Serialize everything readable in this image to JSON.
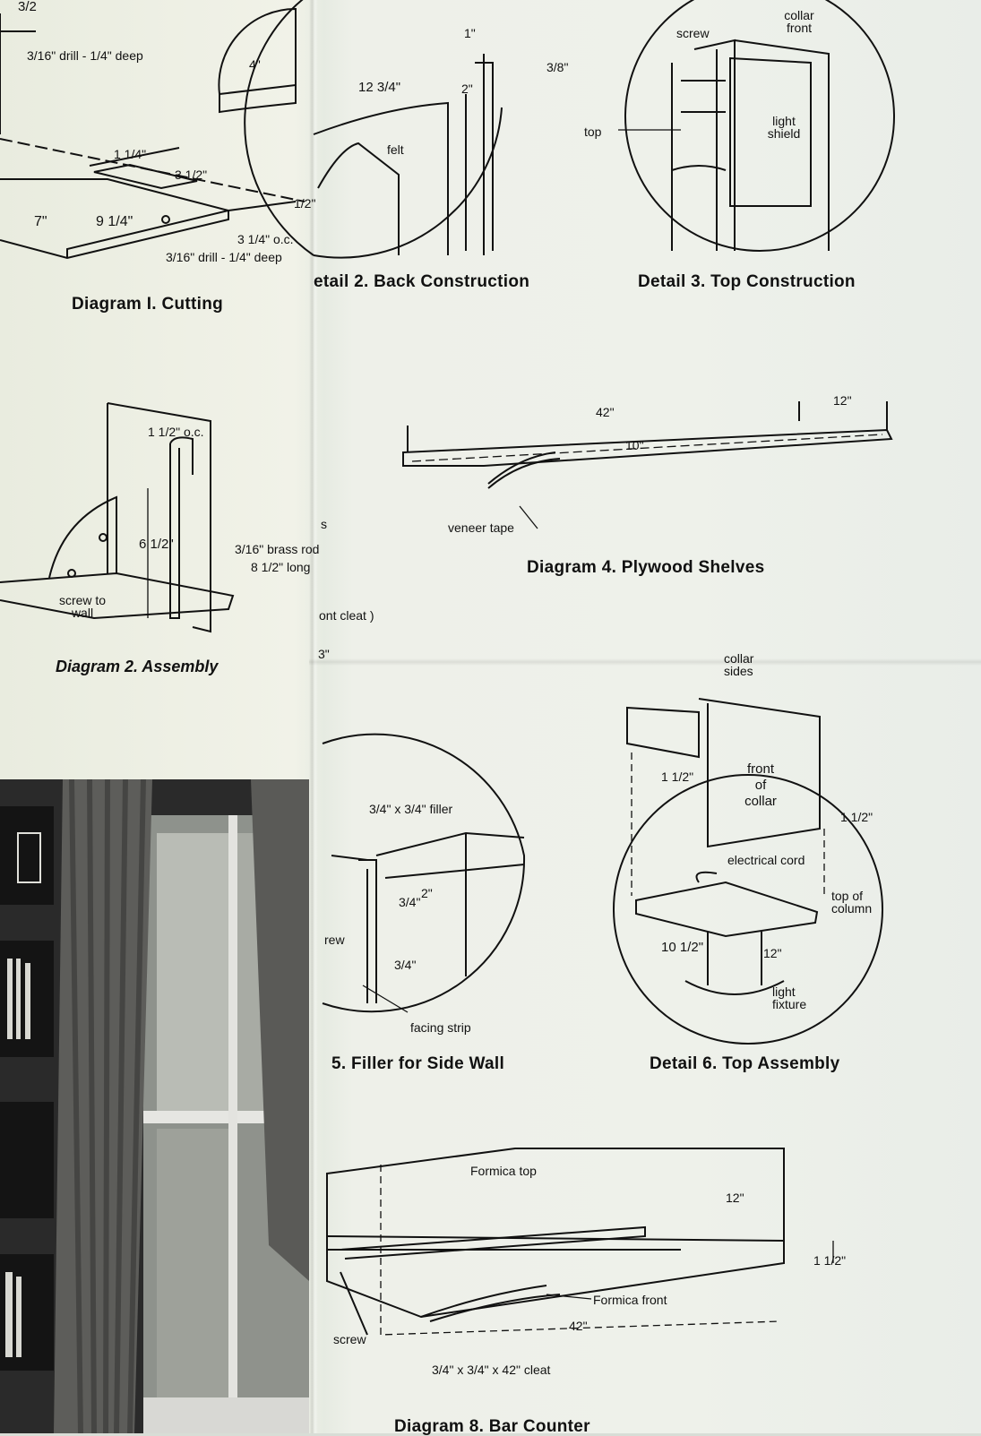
{
  "captions": {
    "diagram1": "Diagram I. Cutting",
    "detail2": "etail 2. Back Construction",
    "detail3": "Detail 3. Top Construction",
    "diagram2": "Diagram 2. Assembly",
    "diagram4": "Diagram 4. Plywood Shelves",
    "detail5": "5. Filler for Side Wall",
    "detail6": "Detail 6. Top Assembly",
    "diagram8": "Diagram 8. Bar Counter"
  },
  "diagram1": {
    "top_frac": "3/2",
    "drill_top": "3/16\" drill - 1/4\" deep",
    "radius": "4\"",
    "w1": "1 1/4\"",
    "w2": "3 1/2\"",
    "w3": "1/2\"",
    "w4": "7\"",
    "w5": "9 1/4\"",
    "w6": "3 1/4\" o.c.",
    "drill_bottom": "3/16\" drill - 1/4\" deep"
  },
  "detail2": {
    "d1": "1\"",
    "d2": "12 3/4\"",
    "d3": "2\"",
    "d4": "3/8\"",
    "felt": "felt"
  },
  "detail3": {
    "screw": "screw",
    "collar_front": "collar front",
    "top": "top",
    "light_shield": "light shield"
  },
  "diagram2": {
    "oc": "1 1/2\" o.c.",
    "height": "6 1/2\"",
    "rod": "3/16\" brass rod",
    "rod_len": "8 1/2\" long",
    "screw": "screw to wall"
  },
  "diagram4": {
    "length": "42\"",
    "depth": "12\"",
    "inner": "10\"",
    "tape": "veneer tape"
  },
  "fragments": {
    "s": "s",
    "cleat": "ont cleat )",
    "three": "3\""
  },
  "detail5": {
    "filler": "3/4\" x 3/4\" filler",
    "d1": "3/4\"",
    "d2": "2\"",
    "d3": "3/4\"",
    "screw": "rew",
    "facing": "facing strip"
  },
  "detail6": {
    "collar_sides": "collar sides",
    "front_collar": "front of collar",
    "h1": "1 1/2\"",
    "h2": "1 1/2\"",
    "cord": "electrical cord",
    "top_column": "top of column",
    "w1": "10 1/2\"",
    "w2": "12\"",
    "fixture": "light fixture"
  },
  "diagram8": {
    "formica_top": "Formica top",
    "depth": "12\"",
    "thick": "1 1/2\"",
    "formica_front": "Formica front",
    "length": "42\"",
    "screw": "screw",
    "cleat": "3/4\" x 3/4\" x 42\" cleat"
  }
}
